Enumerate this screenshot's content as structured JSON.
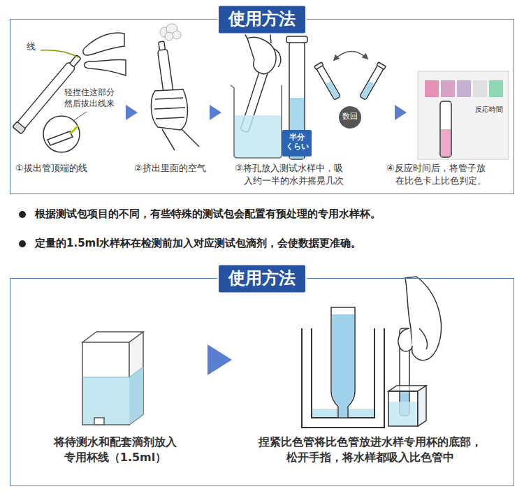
{
  "diagram": {
    "nodes": [
      {
        "text": [
          "使用方法"
        ]
      },
      {
        "text": [
          "使用方法"
        ]
      }
    ],
    "labels": [
      "线",
      "轻捏住这部分 然后拔出线来",
      "①拔出管顶端的线",
      "②挤出里面的空气",
      "半分 くらい",
      "③将孔放入测试水样中，吸 入约一半的水并摇晃几次",
      "数回",
      "反応時間",
      "④反应时间后，将管子放 在比色卡上比色判定。",
      "根据测试包项目的不同，有些特殊的测试包会配置有预处理的专用水样杯。",
      "定量的1.5ml水样杯在检测前加入对应测试包滴剂，会使数据更准确。",
      "将待测水和配套滴剂放入 专用杯线（1.5ml）",
      "捏紧比色管将比色管放进水样专用杯的底部， 松开手指，将水样都吸入比色管中"
    ]
  }
}
